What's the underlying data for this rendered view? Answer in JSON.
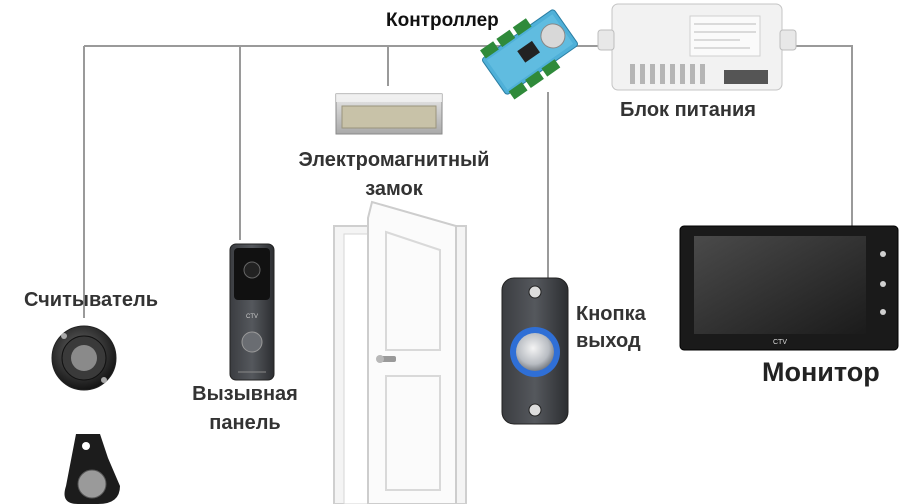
{
  "diagram": {
    "title": "",
    "labels": {
      "controller": "Контроллер",
      "power_supply": "Блок питания",
      "lock_line1": "Электромагнитный",
      "lock_line2": "замок",
      "reader": "Считыватель",
      "panel_line1": "Вызывная",
      "panel_line2": "панель",
      "button_line1": "Кнопка",
      "button_line2": "выход",
      "monitor": "Монитор"
    },
    "device_marks": {
      "panel_brand": "CTV",
      "monitor_brand": "CTV"
    },
    "colors": {
      "wire": "#9a9a9a",
      "text": "#333333",
      "controller_board": "#4fb0d8",
      "terminal_green": "#2f8a3a",
      "monitor_frame": "#1a1a1a",
      "button_housing": "#4a4d52",
      "button_ring": "#2f6fd6"
    }
  }
}
